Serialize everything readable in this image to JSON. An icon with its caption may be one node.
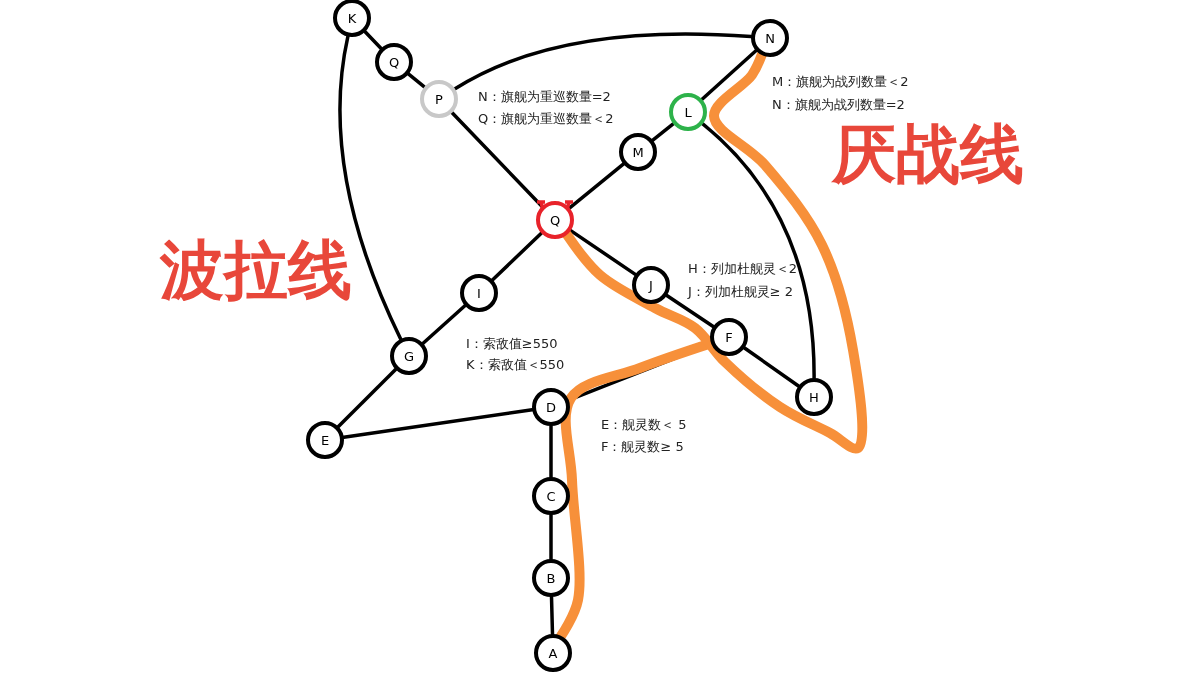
{
  "diagram": {
    "nodes": [
      {
        "text": [
          "K"
        ]
      },
      {
        "text": [
          "Q"
        ]
      },
      {
        "text": [
          "P"
        ]
      },
      {
        "text": [
          "N"
        ]
      },
      {
        "text": [
          "L"
        ]
      },
      {
        "text": [
          "M"
        ]
      },
      {
        "text": [
          "Q"
        ]
      },
      {
        "text": [
          "J"
        ]
      },
      {
        "text": [
          "F"
        ]
      },
      {
        "text": [
          "H"
        ]
      },
      {
        "text": [
          "I"
        ]
      },
      {
        "text": [
          "G"
        ]
      },
      {
        "text": [
          "E"
        ]
      },
      {
        "text": [
          "D"
        ]
      },
      {
        "text": [
          "C"
        ]
      },
      {
        "text": [
          "B"
        ]
      },
      {
        "text": [
          "A"
        ]
      }
    ],
    "edges": [
      {
        "from": 0,
        "to": 1,
        "arrow": "none"
      },
      {
        "from": 1,
        "to": 2,
        "arrow": "none"
      },
      {
        "from": 2,
        "to": 3,
        "arrow": "none"
      },
      {
        "from": 2,
        "to": 6,
        "arrow": "none"
      },
      {
        "from": 3,
        "to": 4,
        "arrow": "none"
      },
      {
        "from": 4,
        "to": 5,
        "arrow": "none"
      },
      {
        "from": 5,
        "to": 6,
        "arrow": "none"
      },
      {
        "from": 4,
        "to": 9,
        "arrow": "none"
      },
      {
        "from": 6,
        "to": 7,
        "arrow": "none"
      },
      {
        "from": 7,
        "to": 8,
        "arrow": "none"
      },
      {
        "from": 8,
        "to": 9,
        "arrow": "none"
      },
      {
        "from": 6,
        "to": 10,
        "arrow": "none"
      },
      {
        "from": 10,
        "to": 11,
        "arrow": "none"
      },
      {
        "from": 0,
        "to": 11,
        "arrow": "none"
      },
      {
        "from": 11,
        "to": 12,
        "arrow": "none"
      },
      {
        "from": 12,
        "to": 13,
        "arrow": "none"
      },
      {
        "from": 13,
        "to": 8,
        "arrow": "none"
      },
      {
        "from": 13,
        "to": 14,
        "arrow": "none"
      },
      {
        "from": 14,
        "to": 15,
        "arrow": "none"
      },
      {
        "from": 15,
        "to": 16,
        "arrow": "none"
      },
      {
        "from": 16,
        "to": 8,
        "arrow": "none",
        "style": "thick",
        "color": "#f7903a"
      },
      {
        "from": 6,
        "to": 3,
        "arrow": "none",
        "style": "thick",
        "color": "#f7903a"
      }
    ],
    "labels": [
      "N：旗舰为重巡数量=2",
      "Q：旗舰为重巡数量＜2",
      "M：旗舰为战列数量＜2",
      "N：旗舰为战列数量=2",
      "厌战线",
      "波拉线",
      "H：列加杜舰灵＜2",
      "J：列加杜舰灵≥ 2",
      "I：索敌值≥550",
      "K：索敌值＜550",
      "E：舰灵数＜ 5",
      "F：舰灵数≥ 5"
    ]
  }
}
